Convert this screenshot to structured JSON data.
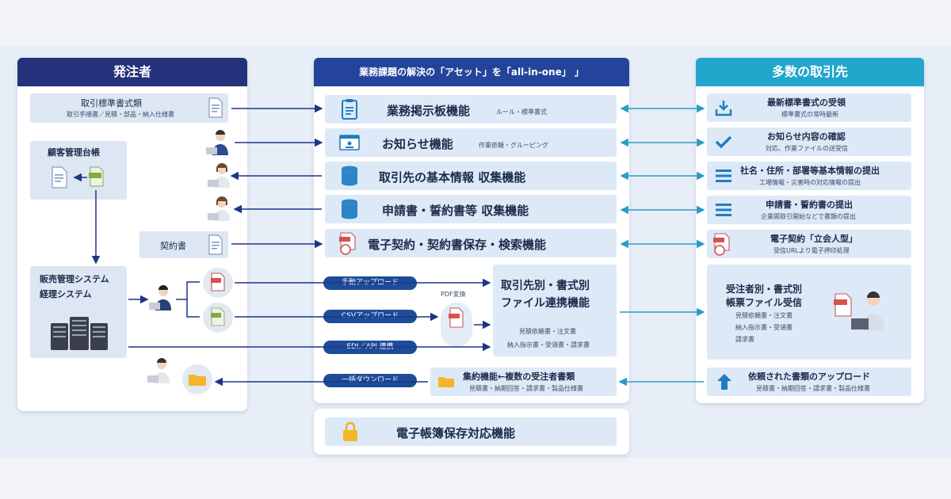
{
  "colors": {
    "left_head": "#23327a",
    "center_head": "#23449a",
    "right_head": "#22a6cc",
    "row_bg": "#dde9f6",
    "arrow": "#1d3585",
    "pill": "#1d4c99"
  },
  "left": {
    "title": "発注者",
    "std_forms": "取引標準書式類",
    "std_forms_sub": "取引手順書／見積・部品・納入仕様書",
    "customer_ledger": "顧客管理台帳",
    "contract": "契約書",
    "sales_system_1": "販売管理システム",
    "sales_system_2": "経理システム"
  },
  "center": {
    "title": "業務課題の解決の「アセット」を「all-in-one」 」",
    "rows": [
      {
        "label": "業務掲示板機能",
        "sub": "ルール・標準書式",
        "icon": "document-icon"
      },
      {
        "label": "お知らせ機能",
        "sub": "作業依頼・グルーピング",
        "icon": "notice-board-icon"
      },
      {
        "label": "取引先の基本情報 収集機能",
        "sub": "",
        "icon": "database-icon"
      },
      {
        "label": "申請書・誓約書等 収集機能",
        "sub": "",
        "icon": "database-icon"
      },
      {
        "label": "電子契約・契約書保存・検索機能",
        "sub": "",
        "icon": "pdf-seal-icon"
      }
    ],
    "manual_upload": "手動アップロード",
    "csv_upload": "CSVアップロード",
    "edi_api": "EDI／API 連携",
    "bulk_download": "一括ダウンロード",
    "pdf_convert": "PDF変換",
    "linkage_title_1": "取引先別・書式別",
    "linkage_title_2": "ファイル連携機能",
    "linkage_sub_1": "見積依頼書・注文書",
    "linkage_sub_2": "納入指示書・受領書・請求書",
    "aggregate_title": "集約機能←複数の受注者書類",
    "aggregate_sub": "見積書・納期回答・請求書・製品仕様書",
    "ledger_feature": "電子帳簿保存対応機能"
  },
  "right": {
    "title": "多数の取引先",
    "rows": [
      {
        "label": "最新標準書式の受領",
        "sub": "標準書式の常時最新",
        "icon": "download-tray-icon"
      },
      {
        "label": "お知らせ内容の確認",
        "sub": "対応、作業ファイルの送受信",
        "icon": "check-icon"
      },
      {
        "label": "社名・住所・部署等基本情報の提出",
        "sub": "工場情報・災害時の対応情報の提出",
        "icon": "list-icon"
      },
      {
        "label": "申請書・誓約書の提出",
        "sub": "企業間取引開始などで書類の提出",
        "icon": "list-icon"
      },
      {
        "label": "電子契約「立会人型」",
        "sub": "受信URLより電子押印処理",
        "icon": "pdf-seal-icon"
      }
    ],
    "receive_title_1": "受注者別・書式別",
    "receive_title_2": "帳票ファイル受信",
    "receive_items": [
      "見積依頼書・注文書",
      "納入指示書・受領書",
      "請求書"
    ],
    "upload_title": "依頼された書類のアップロード",
    "upload_sub": "見積書・納期回答・請求書・製品仕様書"
  }
}
